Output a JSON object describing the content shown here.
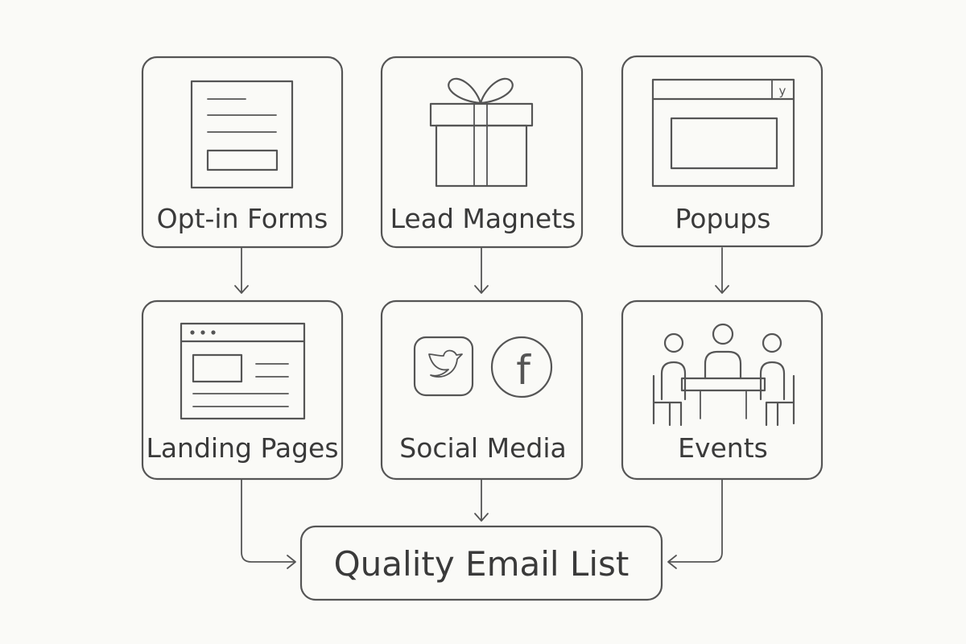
{
  "diagram": {
    "sources": [
      {
        "label": "Opt-in Forms",
        "icon": "form-icon"
      },
      {
        "label": "Lead Magnets",
        "icon": "gift-icon"
      },
      {
        "label": "Popups",
        "icon": "popup-window-icon"
      },
      {
        "label": "Landing Pages",
        "icon": "landing-page-icon"
      },
      {
        "label": "Social Media",
        "icon": "social-media-icon"
      },
      {
        "label": "Events",
        "icon": "meeting-icon"
      }
    ],
    "target": {
      "label": "Quality Email List"
    },
    "popup_close_glyph": "y",
    "social_glyph": "f",
    "colors": {
      "background": "#fafaf7",
      "stroke": "#555555",
      "text": "#3a3a3a"
    }
  }
}
